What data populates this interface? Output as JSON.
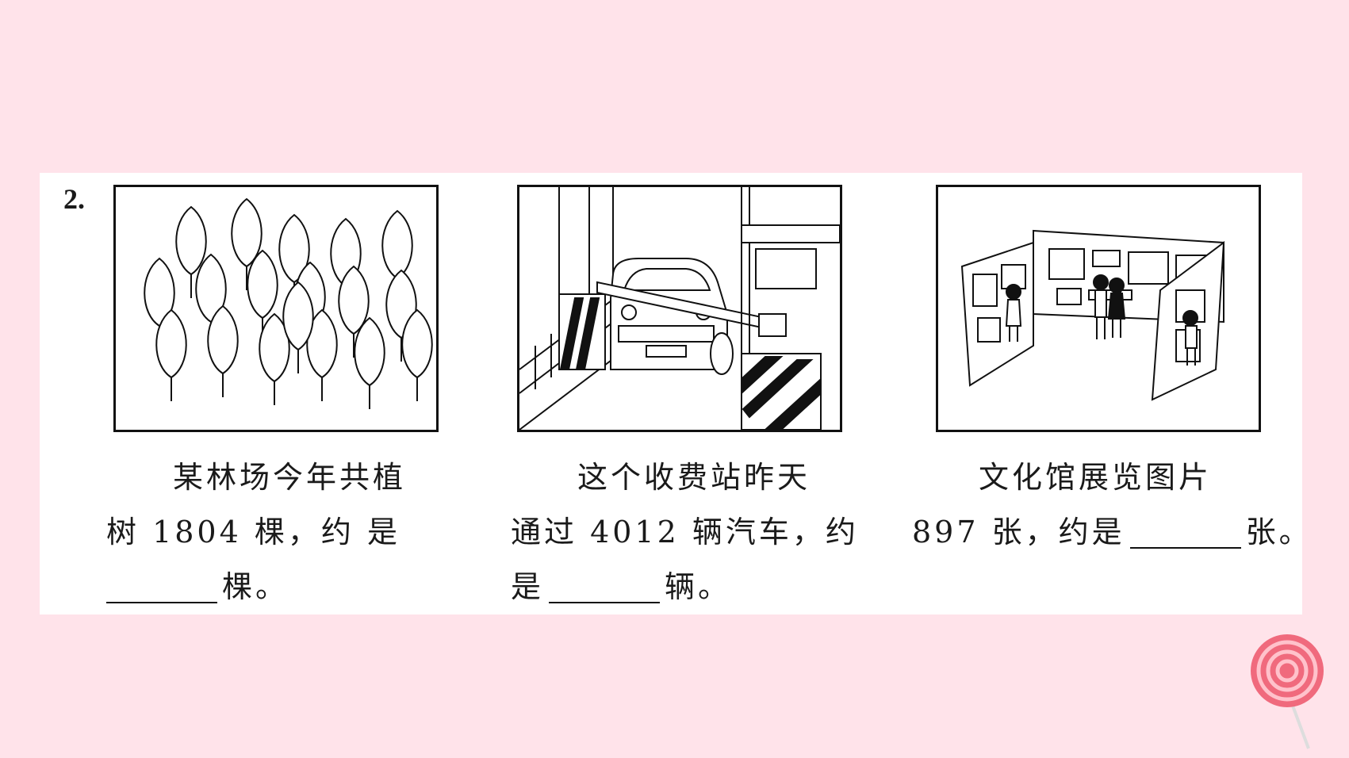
{
  "question": {
    "number": "2."
  },
  "items": [
    {
      "illustration": "forest-trees",
      "lines": [
        "某林场今年共植",
        "树 1804 棵，约 是",
        "棵。"
      ]
    },
    {
      "illustration": "toll-station-car",
      "lines": [
        "这个收费站昨天",
        "通过 4012 辆汽车，约",
        "是",
        "辆。"
      ]
    },
    {
      "illustration": "exhibition-hall",
      "lines": [
        "文化馆展览图片",
        "897 张，约是",
        "张。"
      ]
    }
  ],
  "colors": {
    "background": "#ffe3ea",
    "card": "#ffffff",
    "lollipop": "#f06a7d"
  },
  "icons": [
    "lollipop-icon"
  ]
}
